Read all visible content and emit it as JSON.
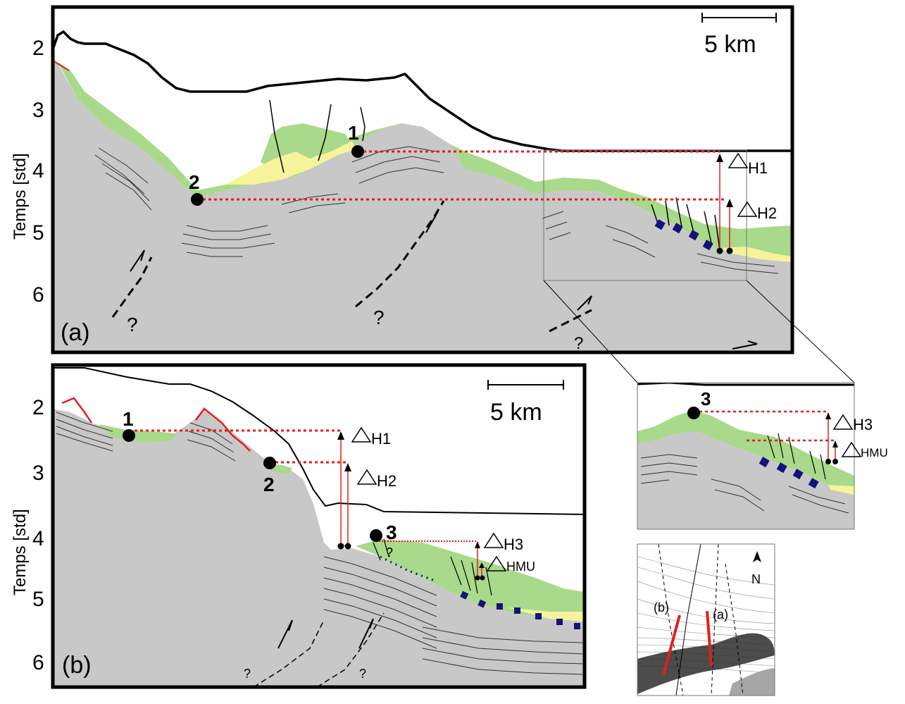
{
  "panel_a": {
    "label": "(a)",
    "y_axis_title": "Temps  [std]",
    "y_ticks": [
      "2",
      "3",
      "4",
      "5",
      "6"
    ],
    "scale_label": "5  km",
    "points": [
      "1",
      "2"
    ],
    "delta_h": [
      "H1",
      "H2"
    ],
    "question_marks": [
      "?",
      "?",
      "?"
    ]
  },
  "panel_b": {
    "label": "(b)",
    "y_axis_title": "Temps  [std]",
    "y_ticks": [
      "2",
      "3",
      "4",
      "5",
      "6"
    ],
    "scale_label": "5  km",
    "points": [
      "1",
      "2",
      "3"
    ],
    "delta_h": [
      "H1",
      "H2",
      "H3",
      "HMU"
    ],
    "question_marks": [
      "?",
      "?",
      "?"
    ]
  },
  "inset": {
    "point": "3",
    "delta_h": [
      "H3",
      "HMU"
    ]
  },
  "map": {
    "north": "N",
    "profile_labels": [
      "(b)",
      "(a)"
    ]
  },
  "colors": {
    "basement": "#c8c8c8",
    "green_unit": "#a9d98a",
    "yellow_unit": "#f7f39a",
    "datum_line": "#e0201b",
    "mu_marker": "#13137a"
  }
}
